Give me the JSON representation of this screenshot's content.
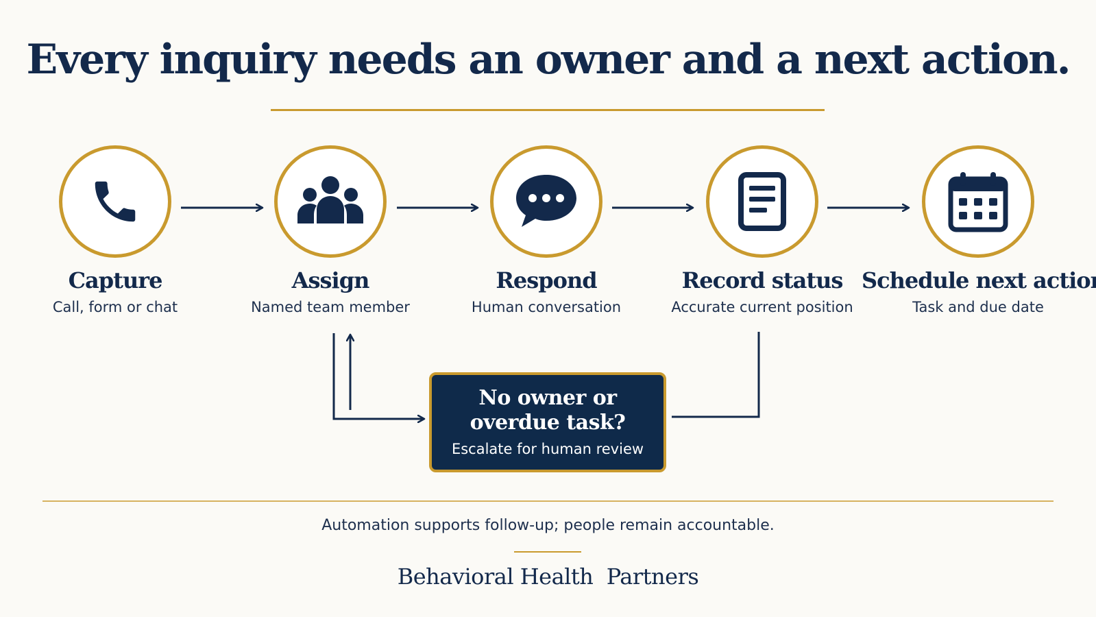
{
  "title": "Every inquiry needs an owner and a next action.",
  "steps": [
    {
      "label": "Capture",
      "desc": "Call, form or chat",
      "icon": "phone-icon"
    },
    {
      "label": "Assign",
      "desc": "Named team member",
      "icon": "team-icon"
    },
    {
      "label": "Respond",
      "desc": "Human conversation",
      "icon": "chat-bubble-icon"
    },
    {
      "label": "Record status",
      "desc": "Accurate current position",
      "icon": "document-icon"
    },
    {
      "label": "Schedule next action",
      "desc": "Task and due date",
      "icon": "calendar-icon"
    }
  ],
  "escalation": {
    "question_line1": "No owner or",
    "question_line2": "overdue task?",
    "action": "Escalate for human review"
  },
  "footer": {
    "note": "Automation supports follow-up; people remain accountable.",
    "brand": "Behavioral Health  Partners"
  },
  "colors": {
    "navy": "#13294b",
    "gold": "#c99a2e",
    "background": "#fbfaf6"
  }
}
